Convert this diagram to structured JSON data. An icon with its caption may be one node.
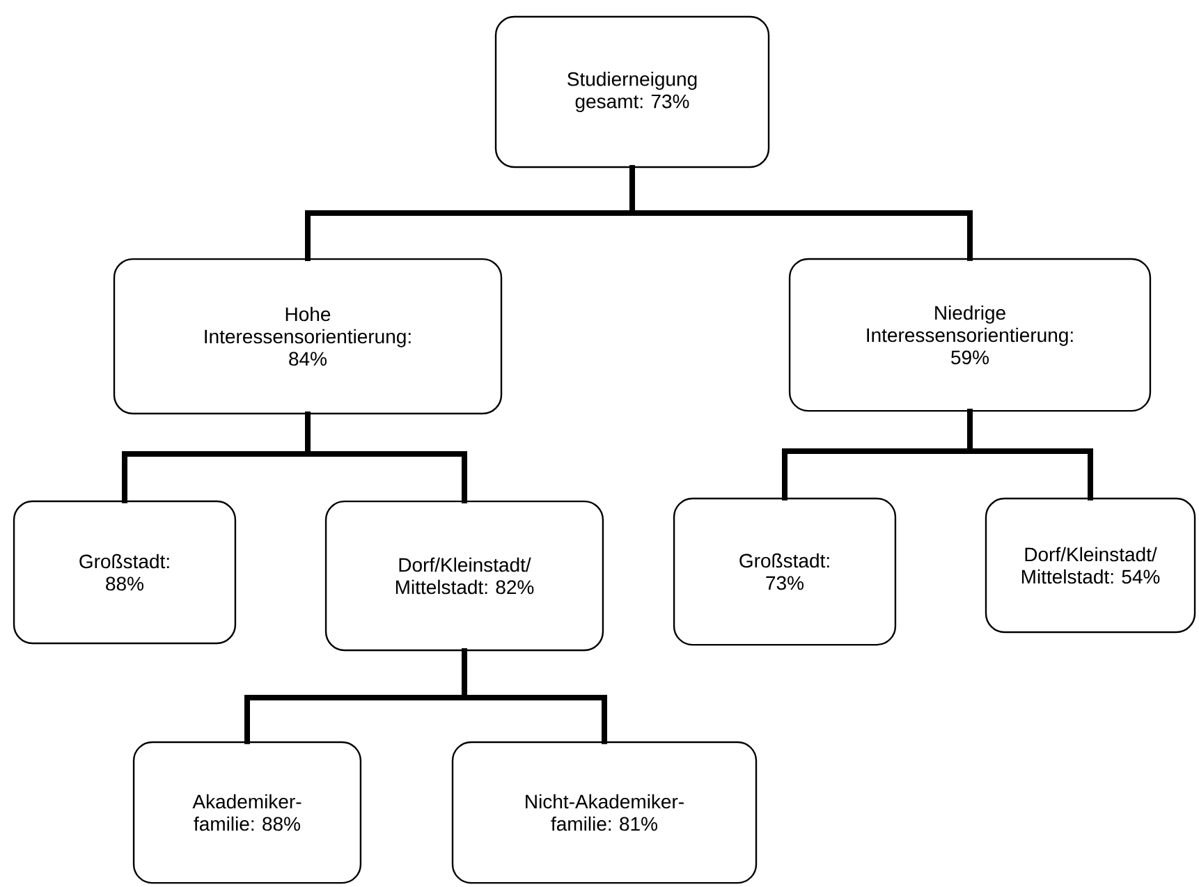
{
  "diagram": {
    "nodes": [
      {
        "text": [
          "Studierneigung gesamt: 73%"
        ]
      },
      {
        "text": [
          "Hohe Interessensorientierung: 84%"
        ]
      },
      {
        "text": [
          "Niedrige Interessensorientierung: 59%"
        ]
      },
      {
        "text": [
          "Großstadt: 88%"
        ]
      },
      {
        "text": [
          "Dorf/Kleinstadt/ Mittelstadt: 82%"
        ]
      },
      {
        "text": [
          "Großstadt: 73%"
        ]
      },
      {
        "text": [
          "Dorf/Kleinstadt/ Mittelstadt: 54%"
        ]
      },
      {
        "text": [
          "Akademiker- familie: 88%"
        ]
      },
      {
        "text": [
          "Nicht-Akademiker- familie: 81%"
        ]
      }
    ],
    "edges": [
      {
        "from": 0,
        "to": 1,
        "arrow": "none"
      },
      {
        "from": 0,
        "to": 2,
        "arrow": "none"
      },
      {
        "from": 1,
        "to": 3,
        "arrow": "none"
      },
      {
        "from": 1,
        "to": 4,
        "arrow": "none"
      },
      {
        "from": 2,
        "to": 5,
        "arrow": "none"
      },
      {
        "from": 2,
        "to": 6,
        "arrow": "none"
      },
      {
        "from": 4,
        "to": 7,
        "arrow": "none"
      },
      {
        "from": 4,
        "to": 8,
        "arrow": "none"
      }
    ]
  }
}
